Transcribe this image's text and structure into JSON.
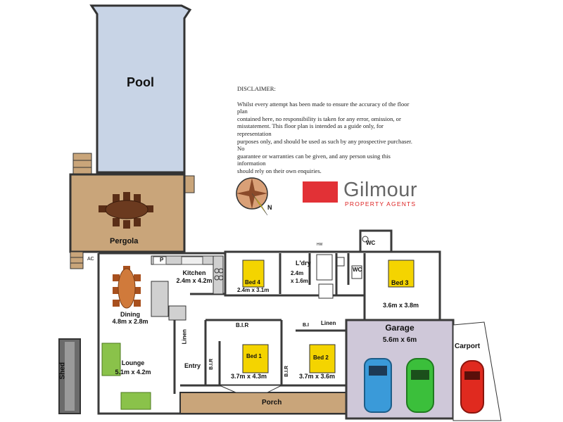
{
  "disclaimer": {
    "heading": "DISCLAIMER:",
    "lines": [
      "Whilst every attempt has been made to ensure the accuracy of the floor plan",
      "contained here, no responsibility is taken for any error, omission, or",
      "misstatement. This floor plan is intended as a guide only, for representation",
      "purposes only, and should be used as such by any prospective purchaser. No",
      "guarantee or warranties can be given, and any person using this information",
      "should rely on their own enquiries."
    ]
  },
  "brand": {
    "name": "Gilmour",
    "tagline": "PROPERTY AGENTS",
    "color": "#e23136"
  },
  "compass": {
    "north_label": "N"
  },
  "rooms": {
    "pool": "Pool",
    "pergola": "Pergola",
    "kitchen": {
      "name": "Kitchen",
      "size": "2.4m x 4.2m"
    },
    "pantry": "P",
    "ac": "AC",
    "bed4": {
      "name": "Bed 4",
      "size": "2.4m x 3.1m"
    },
    "laundry": {
      "name": "L'dry",
      "size1": "2.4m",
      "size2": "x 1.6m"
    },
    "wc1": "WC",
    "wc2": "WC",
    "bed3": {
      "name": "Bed 3",
      "size": "3.6m x 3.8m"
    },
    "dining": {
      "name": "Dining",
      "size": "4.8m x 2.8m"
    },
    "lounge": {
      "name": "Lounge",
      "size": "5.1m x 4.2m"
    },
    "linen1": "Linen",
    "linen2": "Linen",
    "entry": "Entry",
    "bir1": "B.I.R",
    "bir2": "B.I.R",
    "bir3": "B.I.R",
    "bi": "B.I",
    "bed1": {
      "name": "Bed 1",
      "size": "3.7m x 4.3m"
    },
    "bed2": {
      "name": "Bed 2",
      "size": "3.7m x 3.6m"
    },
    "porch": "Porch",
    "garage": {
      "name": "Garage",
      "size": "5.6m x 6m"
    },
    "carport": "Carport",
    "shed": "Shed",
    "hw": "HW"
  },
  "colors": {
    "pool": "#c8d4e6",
    "deck": "#c9a57a",
    "porch": "#c9a57a",
    "garage": "#cfc8d9",
    "wall": "#3a3a3a",
    "bed": "#f4d400",
    "chair": "#8ac24a",
    "table": "#d07a3b"
  }
}
